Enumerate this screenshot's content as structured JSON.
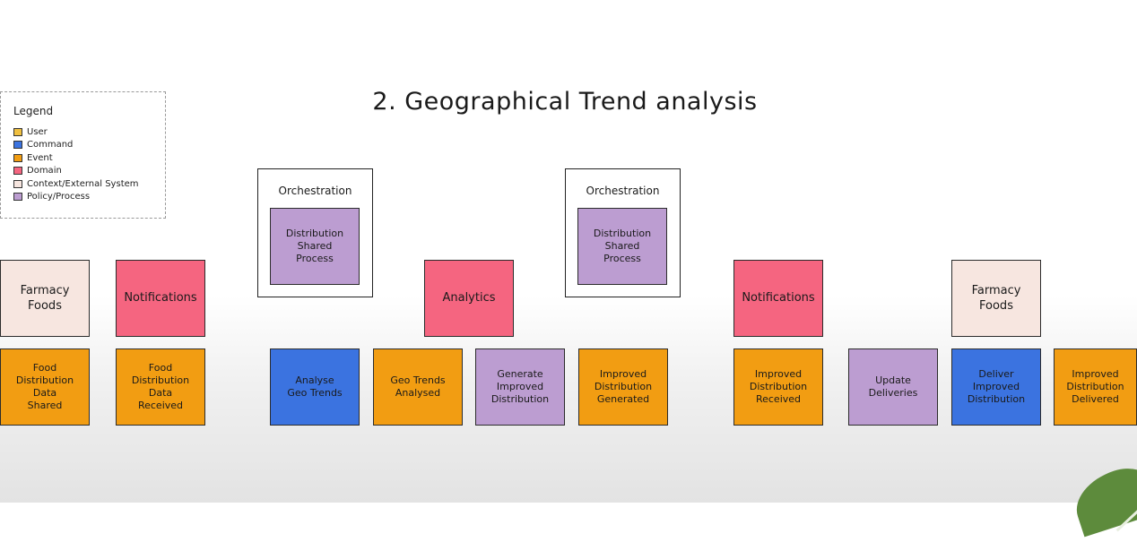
{
  "title": "2. Geographical Trend analysis",
  "legend": {
    "title": "Legend",
    "items": [
      {
        "label": "User",
        "color": "#f0c040"
      },
      {
        "label": "Command",
        "color": "#3b73e0"
      },
      {
        "label": "Event",
        "color": "#f29d12"
      },
      {
        "label": "Domain",
        "color": "#f56580"
      },
      {
        "label": "Context/External System",
        "color": "#f7e6e0"
      },
      {
        "label": "Policy/Process",
        "color": "#bc9dd1"
      }
    ]
  },
  "orchestration": [
    {
      "label": "Orchestration",
      "process": "Distribution\nShared\nProcess"
    },
    {
      "label": "Orchestration",
      "process": "Distribution\nShared\nProcess"
    }
  ],
  "top_row": [
    {
      "label": "Farmacy\nFoods",
      "kind": "context"
    },
    {
      "label": "Notifications",
      "kind": "domain"
    },
    {
      "label": "Analytics",
      "kind": "domain"
    },
    {
      "label": "Notifications",
      "kind": "domain"
    },
    {
      "label": "Farmacy\nFoods",
      "kind": "context"
    }
  ],
  "bottom_row": [
    {
      "label": "Food\nDistribution\nData\nShared",
      "kind": "event"
    },
    {
      "label": "Food\nDistribution\nData\nReceived",
      "kind": "event"
    },
    {
      "label": "Analyse\nGeo Trends",
      "kind": "command"
    },
    {
      "label": "Geo Trends\nAnalysed",
      "kind": "event"
    },
    {
      "label": "Generate\nImproved\nDistribution",
      "kind": "policy"
    },
    {
      "label": "Improved\nDistribution\nGenerated",
      "kind": "event"
    },
    {
      "label": "Improved\nDistribution\nReceived",
      "kind": "event"
    },
    {
      "label": "Update\nDeliveries",
      "kind": "policy"
    },
    {
      "label": "Deliver\nImproved\nDistribution",
      "kind": "command"
    },
    {
      "label": "Improved\nDistribution\nDelivered",
      "kind": "event"
    }
  ]
}
